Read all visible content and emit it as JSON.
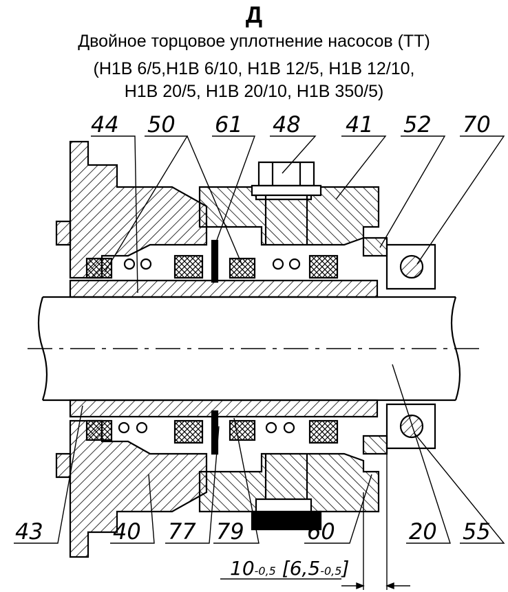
{
  "header": {
    "letter": "Д",
    "title": "Двойное торцовое уплотнение насосов (ТТ)",
    "models_line1": "(Н1В 6/5,Н1В 6/10, Н1В 12/5, Н1В 12/10,",
    "models_line2": "Н1В 20/5, Н1В 20/10, Н1В 350/5)"
  },
  "callouts_top": [
    "44",
    "50",
    "61",
    "48",
    "41",
    "52",
    "70"
  ],
  "callouts_bottom": [
    "43",
    "40",
    "77",
    "79",
    "60",
    "20",
    "55"
  ],
  "dimension": {
    "main": "10",
    "main_tol": "-0,5",
    "alt": "6,5",
    "alt_tol": "-0,5"
  }
}
